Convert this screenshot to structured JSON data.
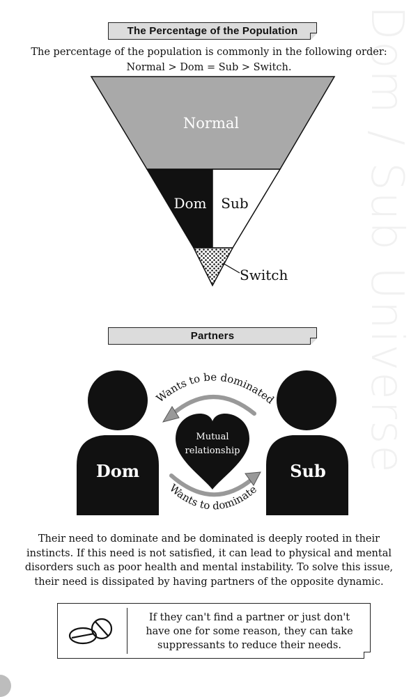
{
  "section1": {
    "header": "The Percentage of the Population",
    "intro_line1": "The percentage of the population is commonly in the following order:",
    "intro_line2": "Normal > Dom = Sub > Switch.",
    "labels": {
      "normal": "Normal",
      "dom": "Dom",
      "sub": "Sub",
      "switch": "Switch"
    }
  },
  "section2": {
    "header": "Partners",
    "dom_label": "Dom",
    "sub_label": "Sub",
    "heart_line1": "Mutual",
    "heart_line2": "relationship",
    "top_arc_text": "Wants to be dominated",
    "bottom_arc_text": "Wants to dominate"
  },
  "paragraph": {
    "line1": "Their need to dominate and be dominated is deeply rooted in their",
    "line2": "instincts. If this need is not satisfied, it can lead to physical and mental",
    "line3": "disorders such as poor health and mental instability. To solve this issue,",
    "line4": "their need is dissipated by having partners of the opposite dynamic."
  },
  "note": {
    "line1": "If they can't find a partner or just don't",
    "line2": "have one for some reason, they can take",
    "line3": "suppressants to reduce their needs."
  },
  "watermark": "Dom / Sub Universe",
  "colors": {
    "normal_fill": "#a9a9a9",
    "dom_fill": "#111111",
    "sub_fill": "#ffffff",
    "header_fill": "#dcdcdc"
  }
}
